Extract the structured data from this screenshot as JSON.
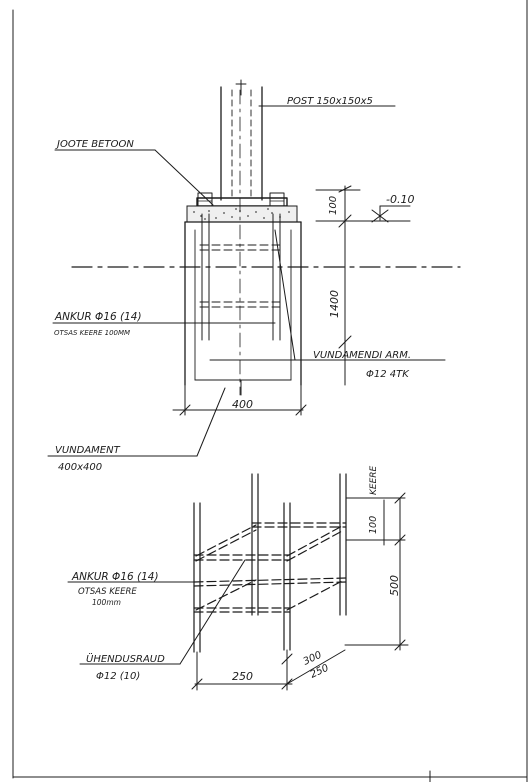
{
  "top_detail": {
    "post_label": "POST 150x150x5",
    "grout_label": "JOOTE BETOON",
    "level_label": "-0.10",
    "dim_top": "100",
    "dim_depth": "1400",
    "dim_width": "400",
    "anchor_label": "ANKUR  Φ16 (14)",
    "anchor_note": "OTSAS KEERE 100MM",
    "rebar_label": "VUNDAMENDI ARM.",
    "rebar_spec": "Φ12 4TK",
    "foundation_label": "VUNDAMENT",
    "foundation_size": "400x400"
  },
  "bottom_detail": {
    "thread_label": "KEERE",
    "dim_thread": "100",
    "dim_height": "500",
    "anchor_label": "ANKUR  Φ16 (14)",
    "anchor_note_1": "OTSAS KEERE",
    "anchor_note_2": "100mm",
    "link_label": "ÜHENDUSRAUD",
    "link_spec": "Φ12 (10)",
    "dim_width": "250",
    "dim_depth_1": "300",
    "dim_depth_2": "250"
  }
}
